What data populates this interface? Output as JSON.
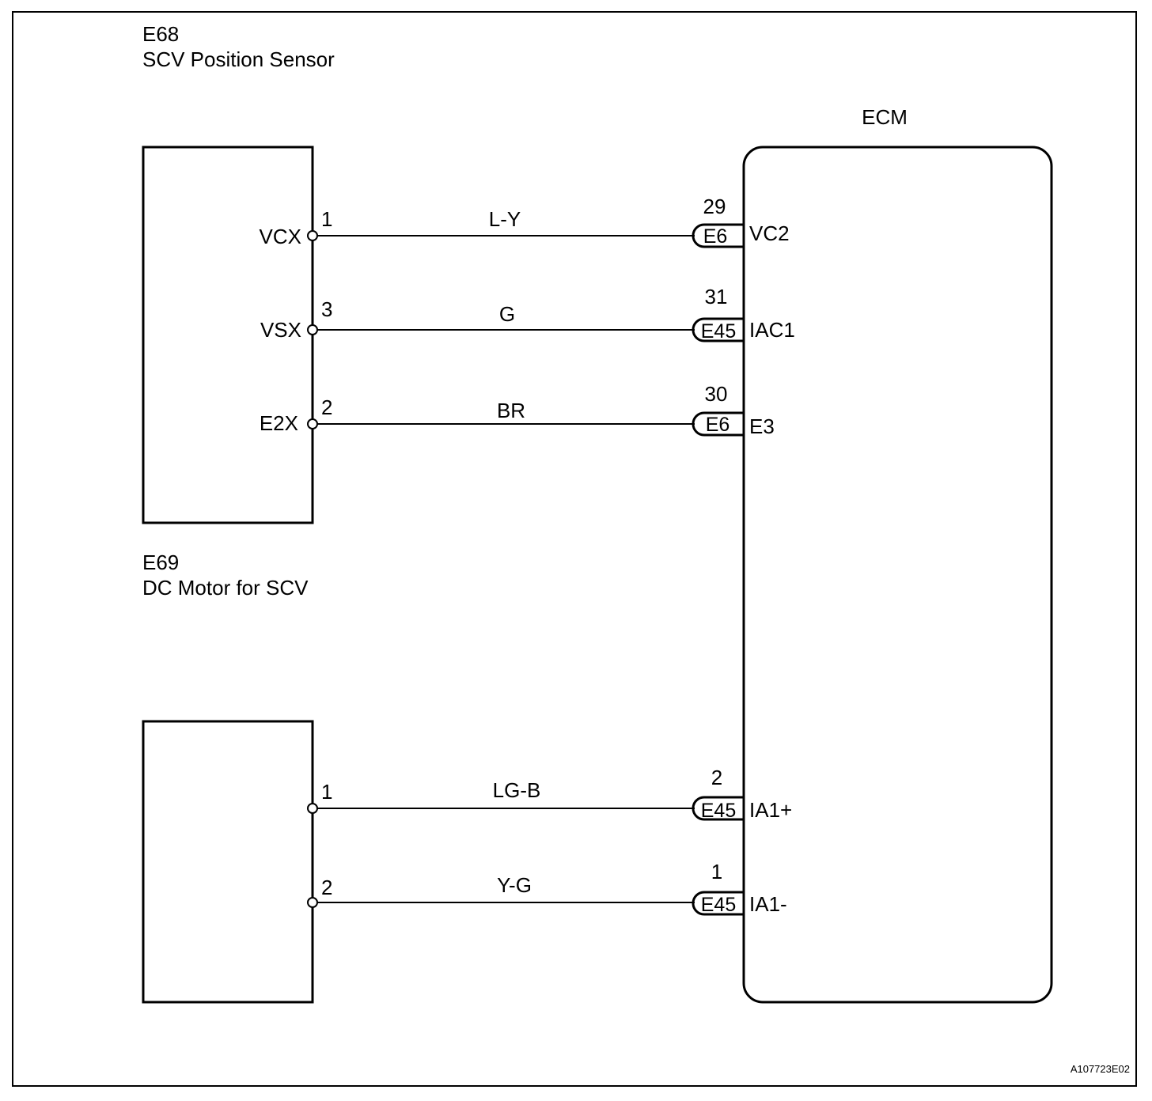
{
  "components": {
    "sensor": {
      "code": "E68",
      "name": "SCV Position Sensor"
    },
    "motor": {
      "code": "E69",
      "name": "DC Motor for SCV"
    },
    "ecm": {
      "name": "ECM"
    }
  },
  "sensor_pins": [
    {
      "terminal": "VCX",
      "pin": "1",
      "wire": "L-Y",
      "connector": "E6",
      "ecm_pin": "29",
      "ecm_terminal": "VC2"
    },
    {
      "terminal": "VSX",
      "pin": "3",
      "wire": "G",
      "connector": "E45",
      "ecm_pin": "31",
      "ecm_terminal": "IAC1"
    },
    {
      "terminal": "E2X",
      "pin": "2",
      "wire": "BR",
      "connector": "E6",
      "ecm_pin": "30",
      "ecm_terminal": "E3"
    }
  ],
  "motor_pins": [
    {
      "pin": "1",
      "wire": "LG-B",
      "connector": "E45",
      "ecm_pin": "2",
      "ecm_terminal": "IA1+"
    },
    {
      "pin": "2",
      "wire": "Y-G",
      "connector": "E45",
      "ecm_pin": "1",
      "ecm_terminal": "IA1-"
    }
  ],
  "figure_id": "A107723E02"
}
